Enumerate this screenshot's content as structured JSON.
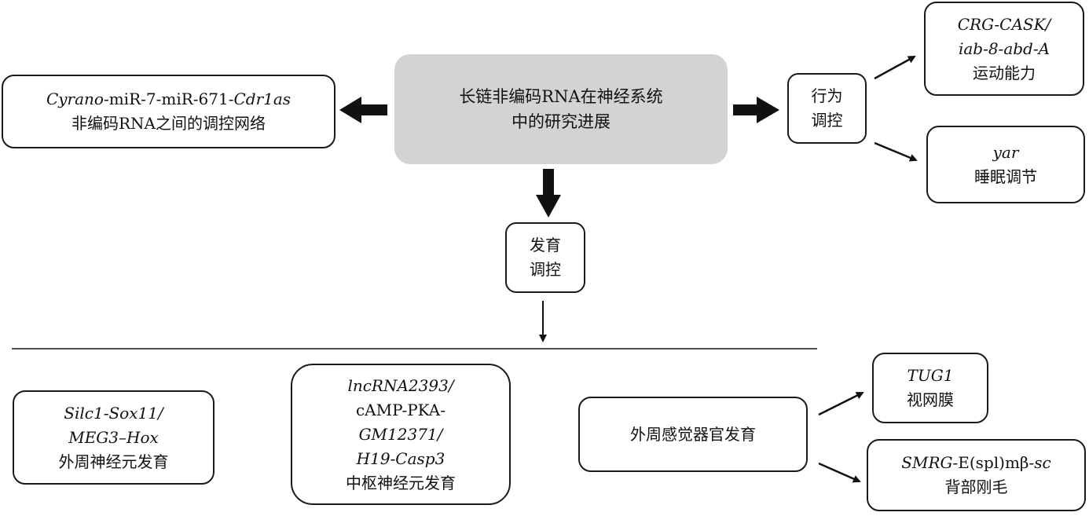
{
  "center": {
    "line1": "长链非编码RNA在神经系统",
    "line2": "中的研究进展"
  },
  "left_box": {
    "l1_a": "Cyrano",
    "l1_b": "-miR-7-miR-671-",
    "l1_c": "Cdr1as",
    "l2": "非编码RNA之间的调控网络"
  },
  "behavior": {
    "line1": "行为",
    "line2": "调控"
  },
  "crg_box": {
    "line1": "CRG-CASK/",
    "line2": "iab-8-abd-A",
    "line3": "运动能力"
  },
  "yar_box": {
    "line1": "yar",
    "line2": "睡眠调节"
  },
  "development": {
    "line1": "发育",
    "line2": "调控"
  },
  "peripheral_neuron": {
    "line1": "Silc1-Sox11/",
    "line2": "MEG3–Hox",
    "line3": "外周神经元发育"
  },
  "central_neuron": {
    "line1": "lncRNA2393/",
    "line2": "cAMP-PKA-",
    "line3": "GM12371/",
    "line4": "H19-Casp3",
    "line5": "中枢神经元发育"
  },
  "sensory": {
    "label": "外周感觉器官发育"
  },
  "tug1_box": {
    "line1": "TUG1",
    "line2": "视网膜"
  },
  "smrg_box": {
    "l1_a": "SMRG",
    "l1_b": "-E(spl)mβ-",
    "l1_c": "sc",
    "l2": "背部刚毛"
  }
}
